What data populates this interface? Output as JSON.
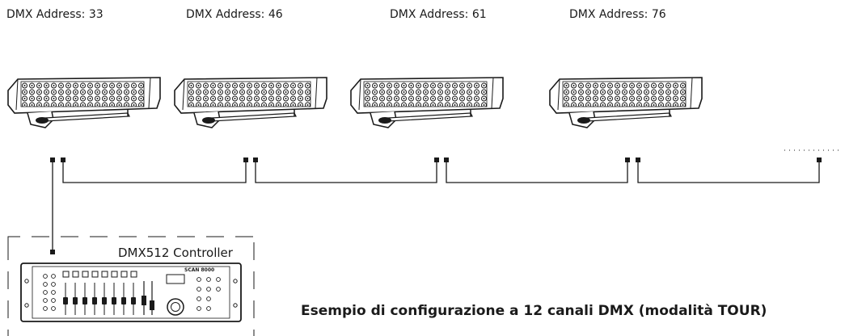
{
  "fixtures": [
    {
      "label": "DMX Address: 33"
    },
    {
      "label": "DMX Address: 46"
    },
    {
      "label": "DMX Address: 61"
    },
    {
      "label": "DMX Address: 76"
    }
  ],
  "controller": {
    "label": "DMX512 Controller",
    "brand": "SCAN 8000"
  },
  "caption": "Esempio di configurazione a 12 canali DMX (modalità TOUR)",
  "colors": {
    "line": "#1a1a1a",
    "background": "#ffffff"
  }
}
